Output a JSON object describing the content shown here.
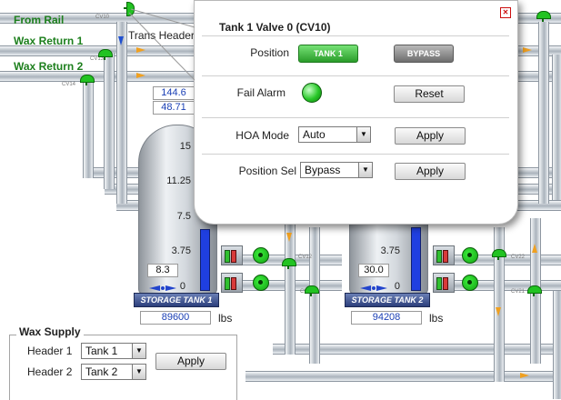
{
  "labels": {
    "from_rail": "From Rail",
    "wax_return_1": "Wax Return 1",
    "wax_return_2": "Wax Return 2",
    "trans_header": "Trans Header"
  },
  "valve_tags": {
    "cv10": "CV10",
    "cv13": "CV13",
    "cv14": "CV14",
    "cv12": "CV12",
    "cv11": "CV11",
    "cv22": "CV22",
    "cv21": "CV21"
  },
  "readouts": {
    "top_value_1": "144.6",
    "top_value_2": "48.71"
  },
  "tank1": {
    "name": "STORAGE TANK 1",
    "scale": [
      "15",
      "11.25",
      "7.5",
      "3.75",
      "0"
    ],
    "level_value": "8.3",
    "weight": "89600",
    "weight_unit": "lbs"
  },
  "tank2": {
    "name": "STORAGE TANK 2",
    "scale": [
      "3.75",
      "0"
    ],
    "level_value": "30.0",
    "weight": "94208",
    "weight_unit": "lbs"
  },
  "wax_supply": {
    "title": "Wax Supply",
    "header1_label": "Header 1",
    "header1_value": "Tank 1",
    "header2_label": "Header 2",
    "header2_value": "Tank 2",
    "apply_label": "Apply"
  },
  "popup": {
    "title": "Tank 1 Valve 0 (CV10)",
    "close_glyph": "✕",
    "position_label": "Position",
    "tank1_button": "TANK 1",
    "bypass_button": "BYPASS",
    "fail_alarm_label": "Fail Alarm",
    "reset_button": "Reset",
    "hoa_label": "HOA Mode",
    "hoa_value": "Auto",
    "hoa_apply": "Apply",
    "position_sel_label": "Position Sel",
    "position_sel_value": "Bypass",
    "position_sel_apply": "Apply"
  },
  "colors": {
    "label_green": "#1d7f1d",
    "valve_green": "#22c322",
    "flow_orange": "#f0a020",
    "value_blue": "#1a3fb5",
    "level_blue": "#1f3fe0",
    "close_red": "#cc1111"
  }
}
